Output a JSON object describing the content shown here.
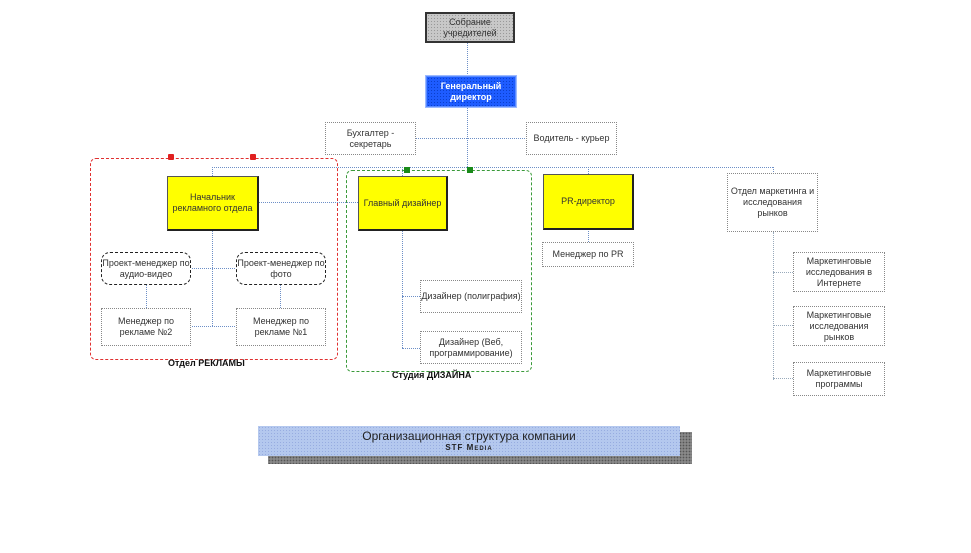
{
  "diagram": {
    "title": "Организационная структура компании",
    "subtitle": "STF Media",
    "nodes": {
      "founders": "Собрание учредителей",
      "general_director": "Генеральный директор",
      "accountant": "Бухгалтер - секретарь",
      "driver": "Водитель - курьер",
      "ad_head": "Начальник рекламного отдела",
      "chief_designer": "Главный дизайнер",
      "pr_director": "PR-директор",
      "marketing_dept": "Отдел маркетинга и исследования рынков",
      "pm_audio_video": "Проект-менеджер по аудио-видео",
      "pm_photo": "Проект-менеджер по фото",
      "ad_manager_2": "Менеджер по рекламе №2",
      "ad_manager_1": "Менеджер по рекламе №1",
      "designer_print": "Дизайнер (полиграфия)",
      "designer_web": "Дизайнер (Веб, программирование)",
      "pr_manager": "Менеджер по PR",
      "marketing_internet": "Маркетинговые исследования в Интернете",
      "marketing_market": "Маркетинговые исследования рынков",
      "marketing_programs": "Маркетинговые программы"
    },
    "groups": {
      "ad_department": "Отдел РЕКЛАМЫ",
      "design_studio": "Студия ДИЗАЙНА"
    },
    "colors": {
      "director_fill": "#1e5cff",
      "head_fill": "#ffff00",
      "founders_fill": "#c8c8c8",
      "ad_group_border": "#e03030",
      "design_group_border": "#3a9a3a",
      "connector": "#6d8fc7",
      "banner_fill": "#b4c8ee"
    }
  }
}
